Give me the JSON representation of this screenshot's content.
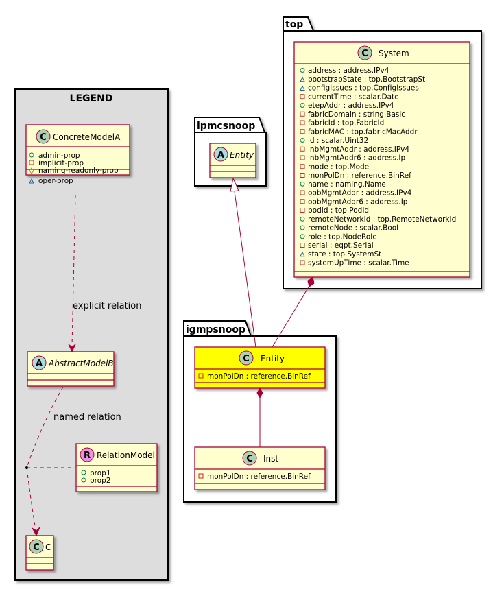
{
  "colors": {
    "class_fill": "#FEFECE",
    "class_border": "#A80036",
    "highlight_fill": "#FFFF00",
    "legend_bg": "#DDDDDD",
    "class_icon": "#ADD1B2",
    "abstract_icon": "#A9DCDF",
    "relation_icon": "#EB93DF"
  },
  "legend": {
    "title": "LEGEND",
    "concrete": {
      "name": "ConcreteModelA",
      "members": [
        "admin-prop",
        "implicit-prop",
        "naming-readonly-prop",
        "oper-prop"
      ]
    },
    "abstract": {
      "name": "AbstractModelB"
    },
    "relation": {
      "name": "RelationModel",
      "members": [
        "prop1",
        "prop2"
      ]
    },
    "c": {
      "name": "C"
    },
    "explicit_label": "explicit relation",
    "named_label": "named relation"
  },
  "ipmcsnoop": {
    "package": "ipmcsnoop",
    "entity": "Entity"
  },
  "top": {
    "package": "top",
    "system": {
      "name": "System",
      "members": [
        "address : address.IPv4",
        "bootstrapState : top.BootstrapSt",
        "configIssues : top.ConfigIssues",
        "currentTime : scalar.Date",
        "etepAddr : address.IPv4",
        "fabricDomain : string.Basic",
        "fabricId : top.FabricId",
        "fabricMAC : top.fabricMacAddr",
        "id : scalar.Uint32",
        "inbMgmtAddr : address.IPv4",
        "inbMgmtAddr6 : address.Ip",
        "mode : top.Mode",
        "monPolDn : reference.BinRef",
        "name : naming.Name",
        "oobMgmtAddr : address.IPv4",
        "oobMgmtAddr6 : address.Ip",
        "podId : top.PodId",
        "remoteNetworkId : top.RemoteNetworkId",
        "remoteNode : scalar.Bool",
        "role : top.NodeRole",
        "serial : eqpt.Serial",
        "state : top.SystemSt",
        "systemUpTime : scalar.Time"
      ]
    }
  },
  "igmpsnoop": {
    "package": "igmpsnoop",
    "entity": {
      "name": "Entity",
      "members": [
        "monPolDn : reference.BinRef"
      ]
    },
    "inst": {
      "name": "Inst",
      "members": [
        "monPolDn : reference.BinRef"
      ]
    }
  }
}
